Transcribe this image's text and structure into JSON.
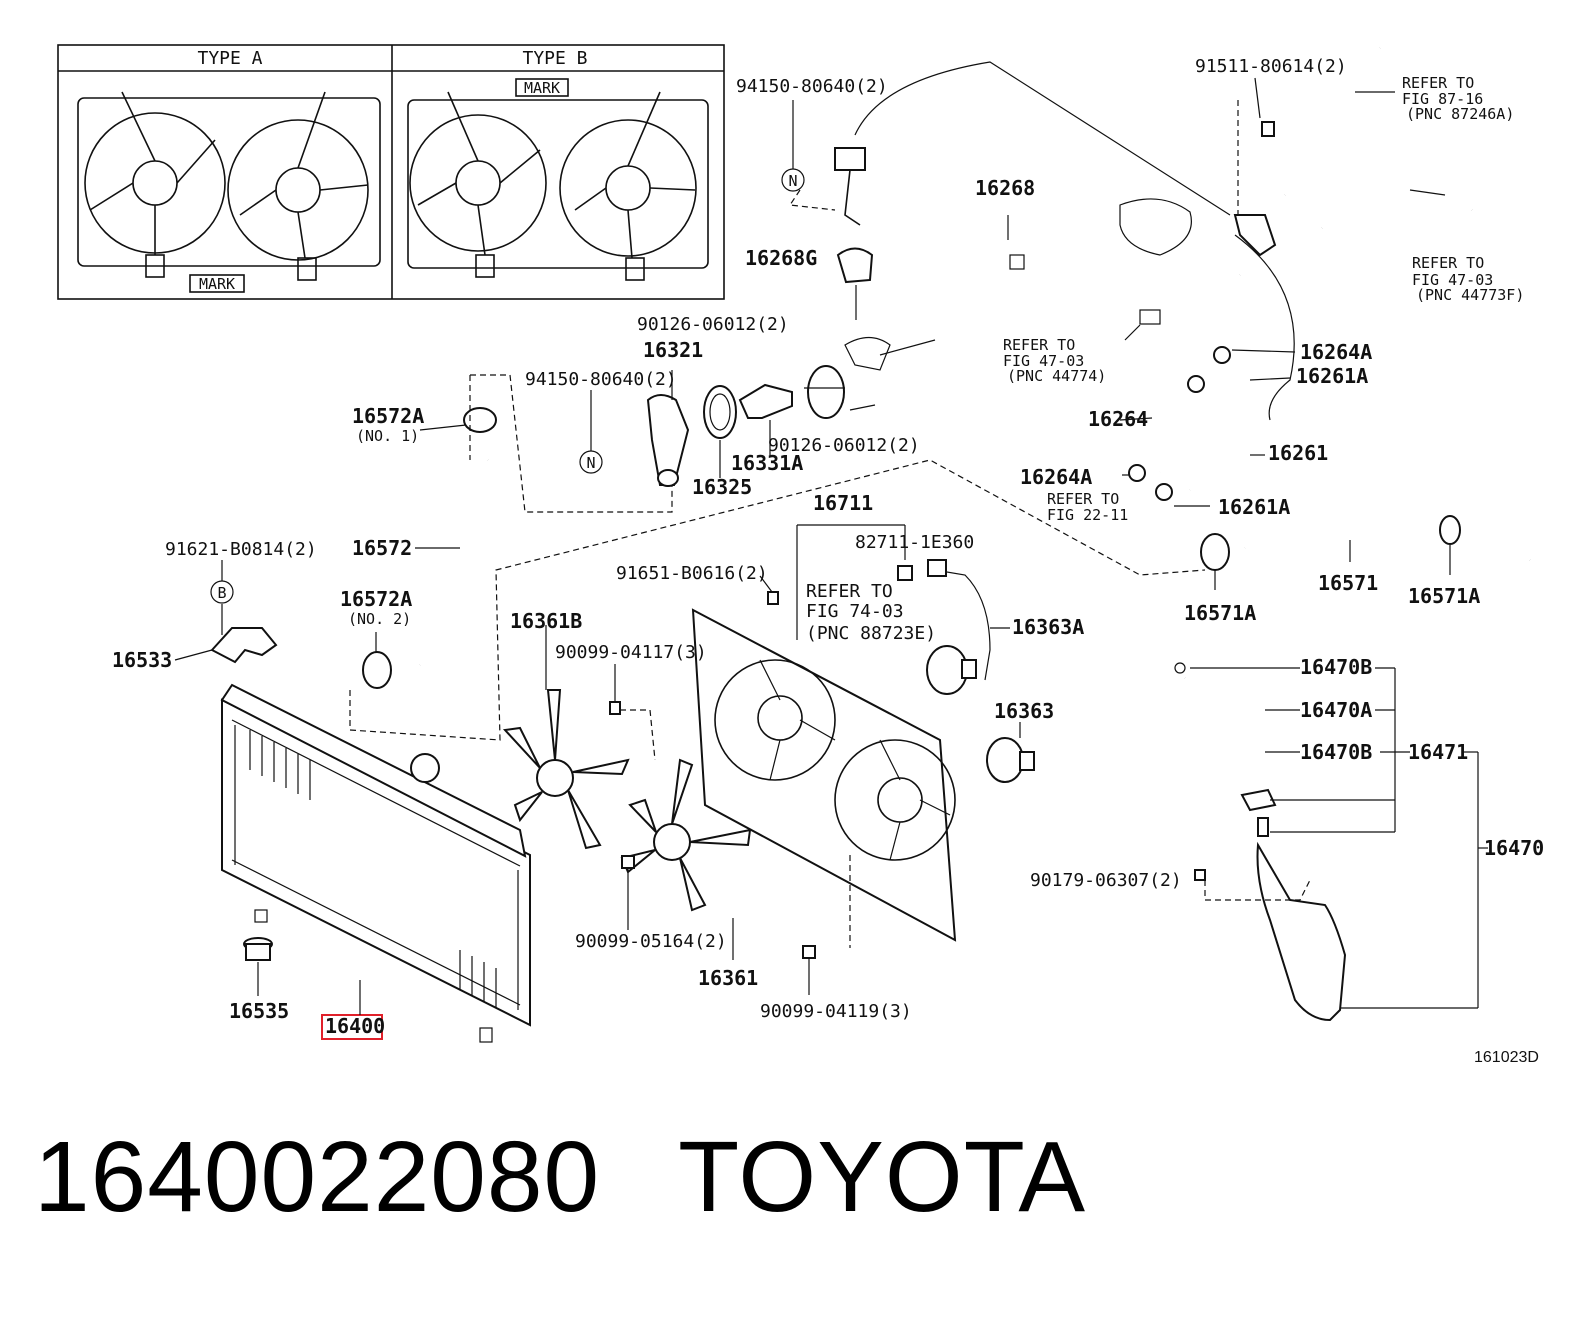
{
  "inset": {
    "type_a": "TYPE A",
    "type_b": "TYPE B",
    "mark_a": "MARK",
    "mark_b": "MARK"
  },
  "labels": {
    "p94150_top": "94150-80640(2)",
    "p91511": "91511-80614(2)",
    "refer_87_16_a": "REFER TO",
    "refer_87_16_b": "FIG 87-16",
    "refer_87_16_c": "(PNC 87246A)",
    "refer_47_03r_a": "REFER TO",
    "refer_47_03r_b": "FIG 47-03",
    "refer_47_03r_c": "(PNC 44773F)",
    "p16268": "16268",
    "p16268G": "16268G",
    "p90126_a": "90126-06012(2)",
    "p16321": "16321",
    "p94150_mid": "94150-80640(2)",
    "refer_47_03m_a": "REFER TO",
    "refer_47_03m_b": "FIG 47-03",
    "refer_47_03m_c": "(PNC 44774)",
    "p16264A_a": "16264A",
    "p16261A_a": "16261A",
    "p16572A_1": "16572A",
    "p16572A_1n": "(NO. 1)",
    "p16264": "16264",
    "p90126_b": "90126-06012(2)",
    "p16331A": "16331A",
    "p16261": "16261",
    "p16325": "16325",
    "p16264A_b": "16264A",
    "refer_22_11_a": "REFER TO",
    "refer_22_11_b": "FIG 22-11",
    "p16261A_b": "16261A",
    "p16711": "16711",
    "p91621": "91621-B0814(2)",
    "p16572": "16572",
    "p82711": "82711-1E360",
    "p91651": "91651-B0616(2)",
    "p16571": "16571",
    "p16571A_b": "16571A",
    "p16571A_a": "16571A",
    "p16572A_2": "16572A",
    "p16572A_2n": "(NO. 2)",
    "p16361B": "16361B",
    "refer_74_03_a": "REFER TO",
    "refer_74_03_b": "FIG 74-03",
    "refer_74_03_c": "(PNC 88723E)",
    "p16363A": "16363A",
    "p16533": "16533",
    "p90099_04117": "90099-04117(3)",
    "p16470B_a": "16470B",
    "p16470A": "16470A",
    "p16363": "16363",
    "p16470B_b": "16470B",
    "p16471": "16471",
    "p16470": "16470",
    "p90179": "90179-06307(2)",
    "p90099_05164": "90099-05164(2)",
    "p16361": "16361",
    "p90099_04119": "90099-04119(3)",
    "p16535": "16535",
    "p16400": "16400",
    "n1": "N",
    "n2": "N",
    "b1": "B",
    "fig_code": "161023D"
  },
  "caption": {
    "part_number": "1640022080",
    "brand": "TOYOTA"
  },
  "colors": {
    "highlight": "#e0202a",
    "ink": "#111111"
  }
}
